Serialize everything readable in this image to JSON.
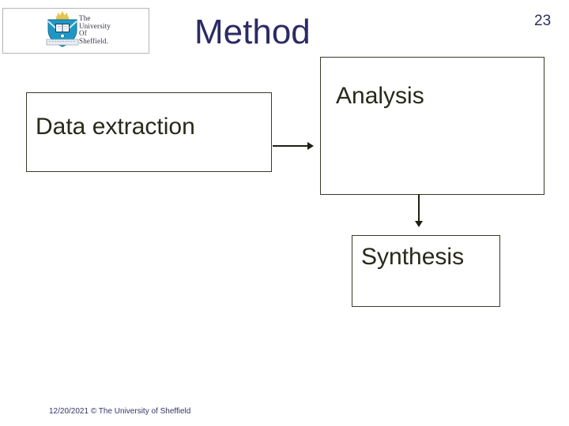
{
  "slide": {
    "title": "Method",
    "page_number": "23",
    "footer": "12/20/2021 © The University of Sheffield"
  },
  "logo": {
    "lines": [
      "The",
      "University",
      "Of",
      "Sheffield."
    ]
  },
  "diagram": {
    "type": "flowchart",
    "boxes": [
      {
        "id": "data-extraction",
        "label": "Data extraction"
      },
      {
        "id": "analysis",
        "label": "Analysis"
      },
      {
        "id": "synthesis",
        "label": "Synthesis"
      }
    ],
    "connections": [
      {
        "from": "data-extraction",
        "to": "analysis",
        "direction": "right"
      },
      {
        "from": "analysis",
        "to": "synthesis",
        "direction": "down"
      }
    ]
  },
  "colors": {
    "title_text": "#2b2b66",
    "page_number_text": "#2d2d5e",
    "box_border": "#3a3a26",
    "box_text": "#29291a",
    "arrow": "#1e1e12",
    "footer_text": "#333366",
    "logo_border": "#b5b5b5",
    "logo_text": "#333344",
    "crest_teal": "#1e97c6",
    "crest_teal_dark": "#156f94",
    "crest_crown": "#e6c44d",
    "crest_banner": "#e8edf2"
  }
}
